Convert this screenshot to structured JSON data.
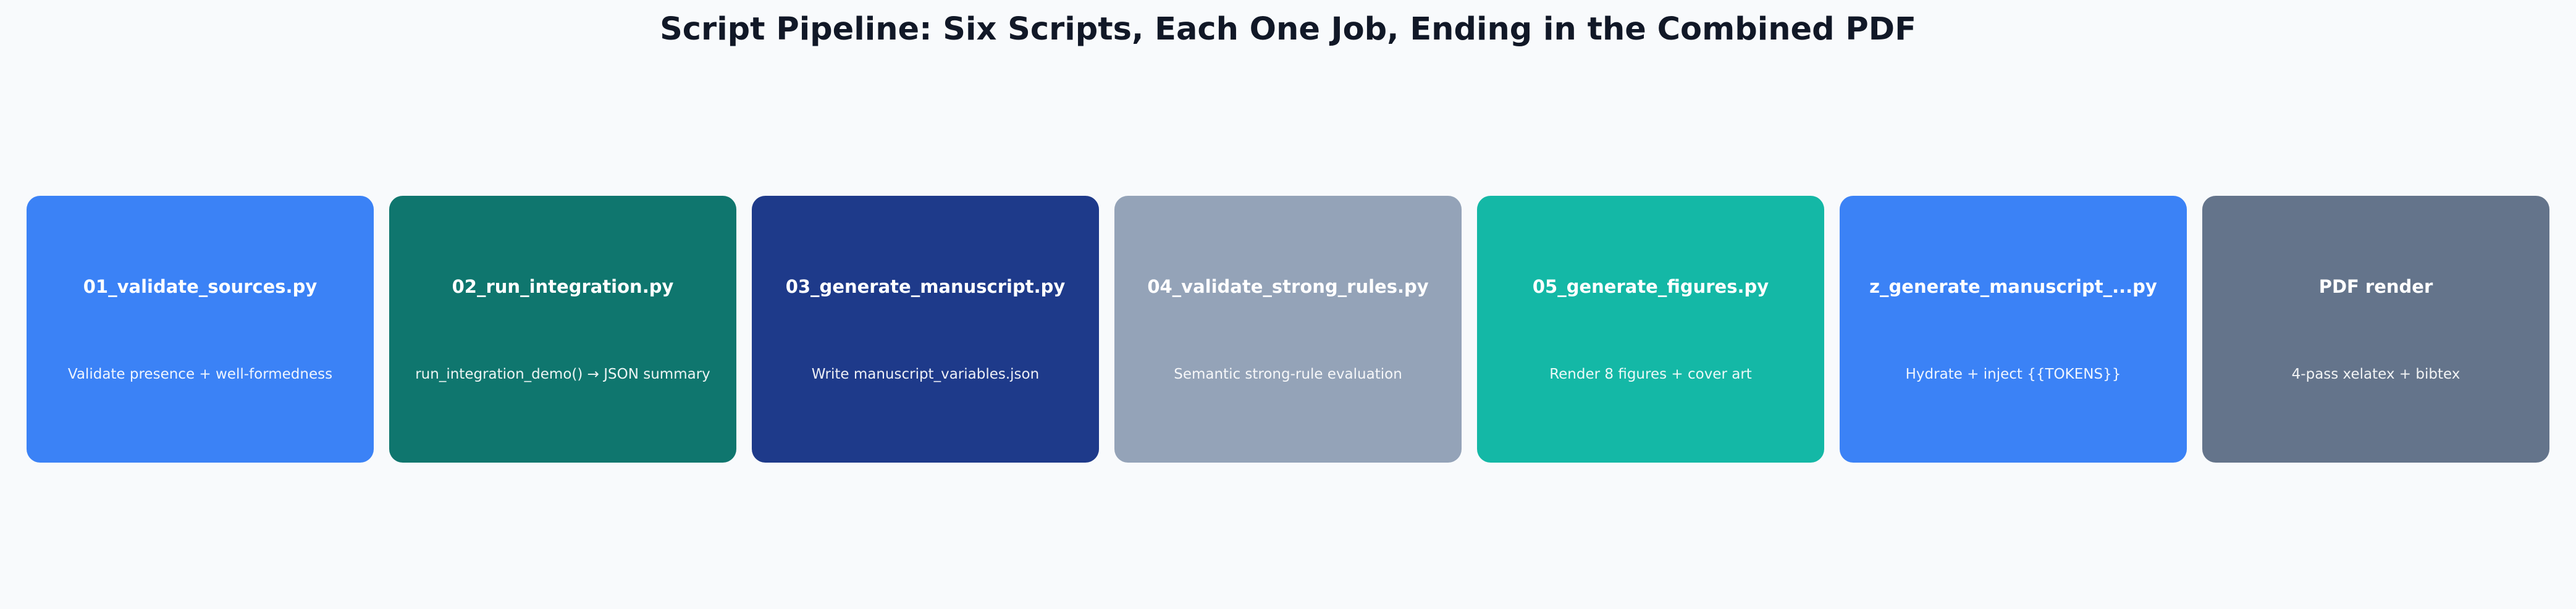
{
  "title": "Script Pipeline: Six Scripts, Each One Job, Ending in the Combined PDF",
  "steps": [
    {
      "name": "01_validate_sources.py",
      "description": "Validate presence + well-formedness",
      "color": "#3b82f6"
    },
    {
      "name": "02_run_integration.py",
      "description": "run_integration_demo() → JSON summary",
      "color": "#0f766e"
    },
    {
      "name": "03_generate_manuscript.py",
      "description": "Write manuscript_variables.json",
      "color": "#1e3a8a"
    },
    {
      "name": "04_validate_strong_rules.py",
      "description": "Semantic strong-rule evaluation",
      "color": "#94a3b8"
    },
    {
      "name": "05_generate_figures.py",
      "description": "Render 8 figures + cover art",
      "color": "#14b8a6"
    },
    {
      "name": "z_generate_manuscript_...py",
      "description": "Hydrate + inject {{TOKENS}}",
      "color": "#3b82f6"
    },
    {
      "name": "PDF render",
      "description": "4-pass xelatex + bibtex",
      "color": "#64748b"
    }
  ]
}
